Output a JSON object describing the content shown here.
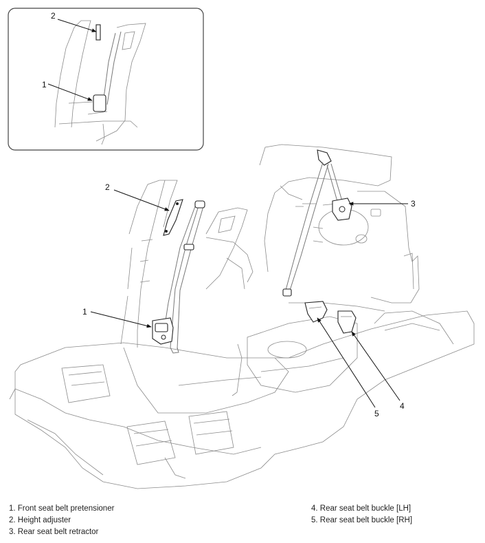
{
  "callouts": {
    "inset_2": "2",
    "inset_1": "1",
    "main_2": "2",
    "main_1": "1",
    "main_3": "3",
    "main_4": "4",
    "main_5": "5"
  },
  "legend": {
    "left": [
      "1. Front seat belt pretensioner",
      "2. Height adjuster",
      "3. Rear seat belt retractor"
    ],
    "right": [
      "4. Rear seat belt buckle [LH]",
      "5. Rear seat belt buckle [RH]"
    ]
  }
}
